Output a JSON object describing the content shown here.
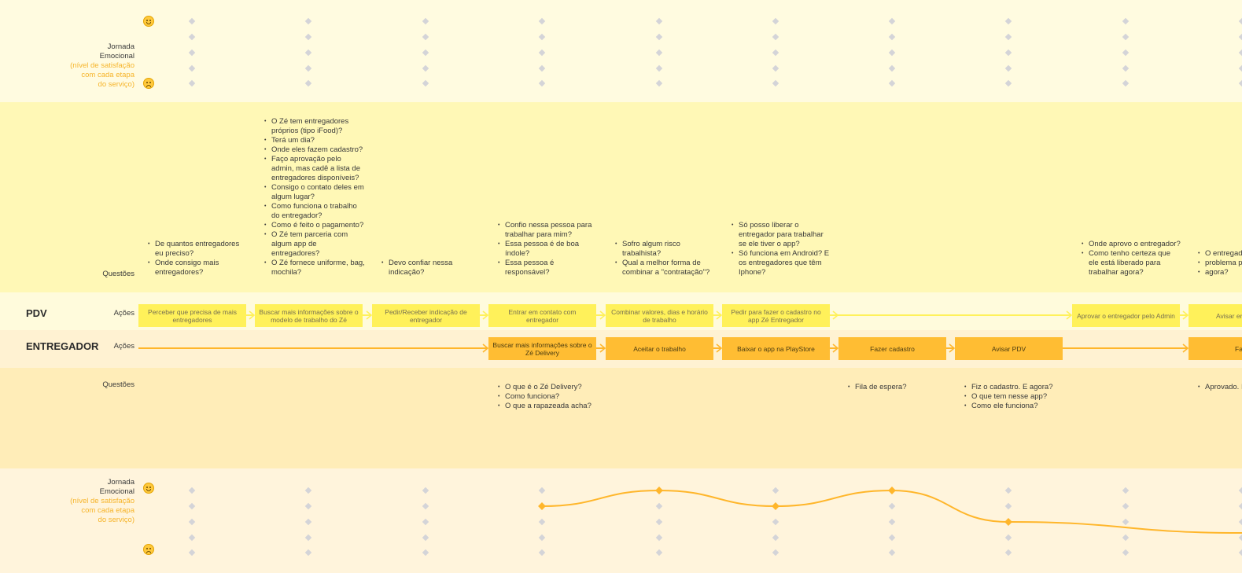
{
  "journey": {
    "label_line1": "Jornada",
    "label_line2": "Emocional",
    "label_sub1": "(nível de satisfação",
    "label_sub2": "com cada etapa",
    "label_sub3": "do serviço)"
  },
  "labels": {
    "questoes": "Questões",
    "acoes": "Ações",
    "pdv": "PDV",
    "entregador": "ENTREGADOR"
  },
  "pdv_questions": [
    [
      "De quantos entregadores eu preciso?",
      "Onde consigo mais entregadores?"
    ],
    [
      "O Zé tem entregadores próprios (tipo iFood)?",
      "Terá um dia?",
      "Onde eles fazem cadastro?",
      "Faço aprovação pelo admin, mas cadê a lista de entregadores disponíveis?",
      "Consigo o contato deles em algum lugar?",
      "Como funciona o trabalho do entregador?",
      "Como é feito o pagamento?",
      "O Zé tem parceria com algum app de entregadores?",
      "O Zé fornece uniforme, bag, mochila?"
    ],
    [
      "Devo confiar nessa indicação?"
    ],
    [
      "Confio nessa pessoa para trabalhar para mim?",
      "Essa pessoa é de boa índole?",
      "Essa pessoa é responsável?"
    ],
    [
      "Sofro algum risco trabalhista?",
      "Qual a melhor forma de combinar a \"contratação\"?"
    ],
    [
      "Só posso liberar o entregador para trabalhar se ele tiver o app?",
      "Só funciona em Android? E os entregadores que têm Iphone?"
    ],
    [],
    [],
    [
      "Onde aprovo o entregador?",
      "Como tenho certeza que ele está liberado para trabalhar agora?"
    ],
    [
      "O entregad",
      "problema p",
      "agora?"
    ]
  ],
  "pdv_actions": [
    "Perceber que precisa de mais entregadores",
    "Buscar mais informações sobre o modelo de trabalho do Zé",
    "Pedir/Receber indicação de entregador",
    "Entrar em contato com entregador",
    "Combinar valores, dias e horário de trabalho",
    "Pedir para fazer o cadastro no app Zé Entregador",
    "",
    "",
    "Aprovar o entregador pelo Admin",
    "Avisar entregador"
  ],
  "ent_actions": [
    "",
    "",
    "",
    "Buscar mais informações sobre o Zé Delivery",
    "Aceitar o trabalho",
    "Baixar o app na PlayStore",
    "Fazer cadastro",
    "Avisar PDV",
    "",
    "Faze"
  ],
  "ent_questions": [
    [],
    [],
    [],
    [
      "O que é o Zé Delivery?",
      "Como funciona?",
      "O que a rapazeada acha?"
    ],
    [],
    [],
    [
      "Fila de espera?"
    ],
    [
      "Fiz o cadastro. E agora?",
      "O que tem nesse app?",
      "Como ele funciona?"
    ],
    [],
    [
      "Aprovado. I"
    ]
  ],
  "ent_journey_levels": [
    null,
    null,
    null,
    2,
    1,
    2,
    1,
    3,
    null,
    3.7
  ],
  "colors": {
    "pdv_card": "#fff15a",
    "ent_card": "#ffbd33",
    "pdv_line": "#fff15a",
    "ent_line": "#ffb62b"
  }
}
